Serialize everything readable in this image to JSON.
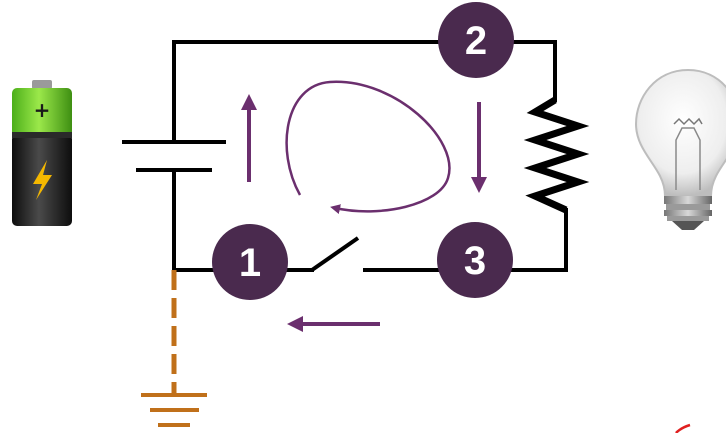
{
  "diagram": {
    "nodes": [
      {
        "id": "1",
        "label": "1"
      },
      {
        "id": "2",
        "label": "2"
      },
      {
        "id": "3",
        "label": "3"
      }
    ],
    "battery_sign": "+",
    "colors": {
      "wire": "#000000",
      "node_fill": "#4a2a4e",
      "node_text": "#ffffff",
      "current_arrow": "#6b2f6e",
      "ground": "#c0701a",
      "battery_green": "#7ed321",
      "battery_dark": "#1f1f1f",
      "bolt": "#f5b800",
      "mark": "#e02020"
    },
    "icons": [
      "battery-icon",
      "light-bulb-icon",
      "lightning-bolt-icon",
      "ground-symbol-icon",
      "switch-icon",
      "resistor-icon"
    ]
  }
}
